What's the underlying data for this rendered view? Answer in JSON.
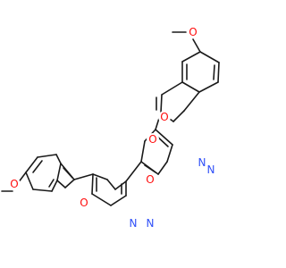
{
  "molecule": {
    "labels": {
      "O_methoxy_top": "O",
      "O_furan_top": "O",
      "O_oxadiazole_top": "O",
      "N_top_a": "N",
      "N_top_b": "N",
      "O_oxadiazole_bottom": "O",
      "N_bottom_a": "N",
      "N_bottom_b": "N",
      "O_furan_bottom": "O",
      "O_methoxy_bottom": "O"
    },
    "colors": {
      "bond": "#1a1a1a",
      "oxygen": "#ff0d0d",
      "nitrogen": "#3050f8"
    }
  }
}
